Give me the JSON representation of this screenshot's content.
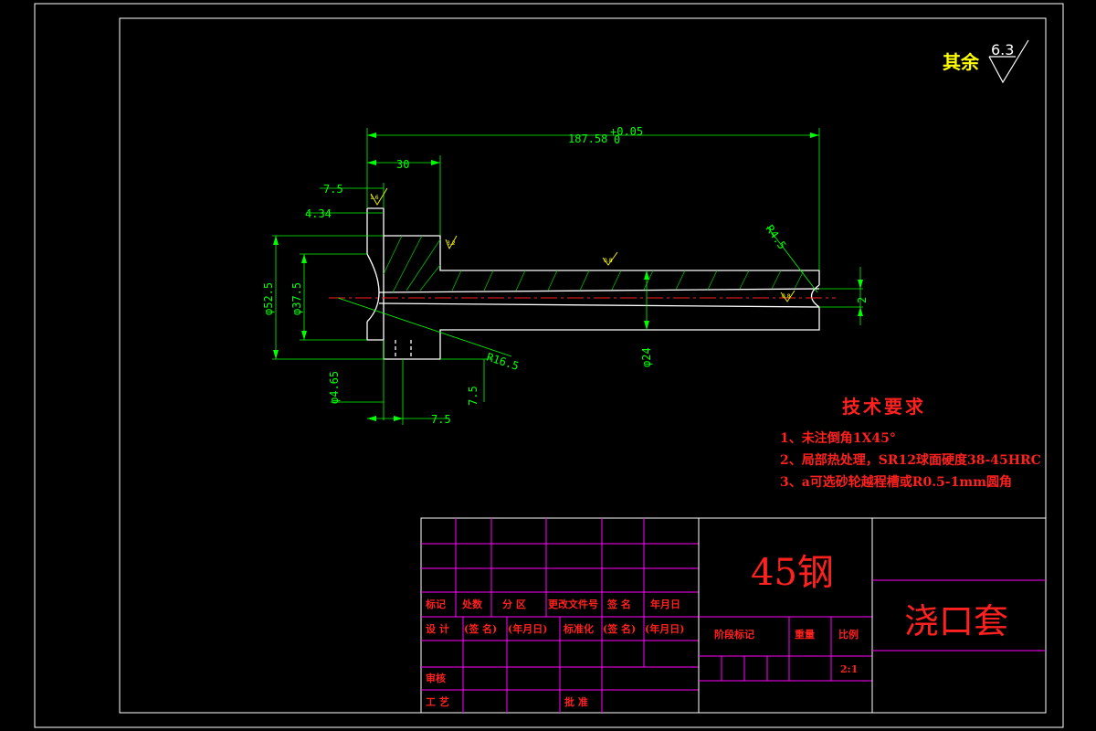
{
  "roughness": {
    "label": "其余",
    "value": "6.3"
  },
  "dimensions": {
    "overall_length": "187.58",
    "overall_tol": "+0.05",
    "overall_tol_low": "0",
    "flange_length": "30",
    "step_7_5": "7.5",
    "step_4_34": "4.34",
    "dia_52_5": "φ52.5",
    "dia_37_5": "φ37.5",
    "dia_4_65": "φ4.65",
    "hole_depth": "7.5",
    "hole_offset": "7.5",
    "radius_16_5": "R16.5",
    "radius_4_5": "R4.5",
    "dia_24": "φ24",
    "dia_2": "2",
    "rough_a": "1.6",
    "rough_b": "3.2",
    "rough_c": "0.8",
    "rough_d": "0.8"
  },
  "tech_requirements": {
    "title": "技术要求",
    "items": [
      "1、未注倒角1X45°",
      "2、局部热处理，SR12球面硬度38-45HRC",
      "3、a可选砂轮越程槽或R0.5-1mm圆角"
    ]
  },
  "title_block": {
    "material": "45钢",
    "part_name": "浇口套",
    "header_row": [
      "标记",
      "处数",
      "分 区",
      "更改文件号",
      "签 名",
      "年月日"
    ],
    "design_row": [
      "设 计",
      "(签 名)",
      "(年月日)",
      "标准化",
      "(签 名)",
      "(年月日)"
    ],
    "review": "审核",
    "process": "工 艺",
    "approve": "批 准",
    "stage_label": "阶段标记",
    "weight_label": "重量",
    "scale_label": "比例",
    "scale_value": "2:1"
  }
}
